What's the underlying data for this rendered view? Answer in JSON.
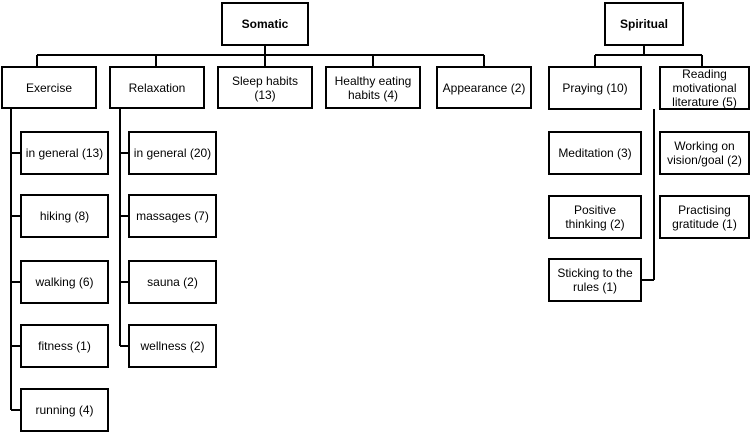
{
  "somatic": {
    "title": "Somatic",
    "categories": {
      "exercise": "Exercise",
      "relaxation": "Relaxation",
      "sleep": "Sleep habits (13)",
      "eating": "Healthy eating habits (4)",
      "appearance": "Appearance (2)"
    },
    "exercise_items": [
      "in general (13)",
      "hiking (8)",
      "walking (6)",
      "fitness (1)",
      "running (4)"
    ],
    "relaxation_items": [
      "in general (20)",
      "massages (7)",
      "sauna (2)",
      "wellness (2)"
    ]
  },
  "spiritual": {
    "title": "Spiritual",
    "left_items": [
      "Praying (10)",
      "Meditation (3)",
      "Positive thinking (2)",
      "Sticking to the rules (1)"
    ],
    "right_items": [
      "Reading motivational literature (5)",
      "Working on vision/goal (2)",
      "Practising gratitude (1)"
    ]
  }
}
